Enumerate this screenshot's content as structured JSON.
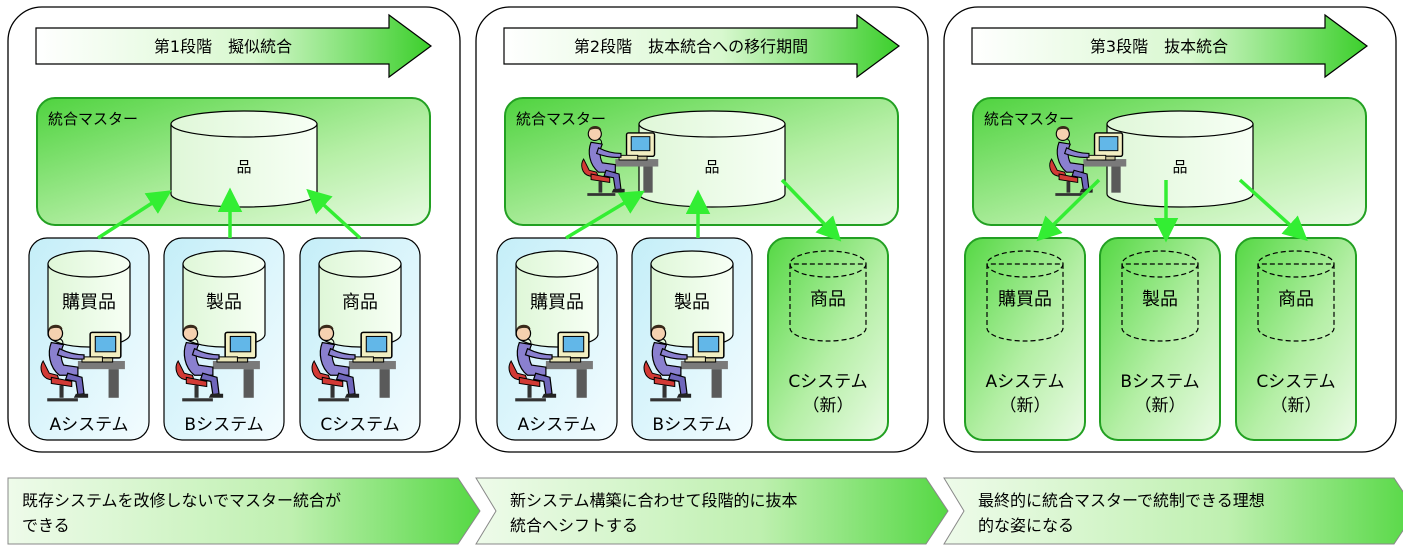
{
  "stages": [
    {
      "title": "第1段階　擬似統合",
      "master_label": "統合マスター",
      "master_db": "品",
      "systems": [
        {
          "db": "購買品",
          "name": "Aシステム",
          "new": false
        },
        {
          "db": "製品",
          "name": "Bシステム",
          "new": false
        },
        {
          "db": "商品",
          "name": "Cシステム",
          "new": false
        }
      ],
      "note": [
        "既存システムを改修しないでマスター統合が",
        "できる"
      ]
    },
    {
      "title": "第2段階　抜本統合への移行期間",
      "master_label": "統合マスター",
      "master_db": "品",
      "systems": [
        {
          "db": "購買品",
          "name": "Aシステム",
          "new": false
        },
        {
          "db": "製品",
          "name": "Bシステム",
          "new": false
        },
        {
          "db": "商品",
          "name": "Cシステム",
          "sub": "（新）",
          "new": true
        }
      ],
      "note": [
        "新システム構築に合わせて段階的に抜本",
        "統合へシフトする"
      ]
    },
    {
      "title": "第3段階　抜本統合",
      "master_label": "統合マスター",
      "master_db": "品",
      "systems": [
        {
          "db": "購買品",
          "name": "Aシステム",
          "sub": "（新）",
          "new": true
        },
        {
          "db": "製品",
          "name": "Bシステム",
          "sub": "（新）",
          "new": true
        },
        {
          "db": "商品",
          "name": "Cシステム",
          "sub": "（新）",
          "new": true
        }
      ],
      "note": [
        "最終的に統合マスターで統制できる理想",
        "的な姿になる"
      ]
    }
  ],
  "colors": {
    "green_dark": "#22a022",
    "green_mid": "#66dd55",
    "green_light": "#e8fbe3",
    "cyan_light": "#ddf5fb",
    "arrow": "#33ee33"
  },
  "icons": [
    "worker-at-computer-icon"
  ]
}
